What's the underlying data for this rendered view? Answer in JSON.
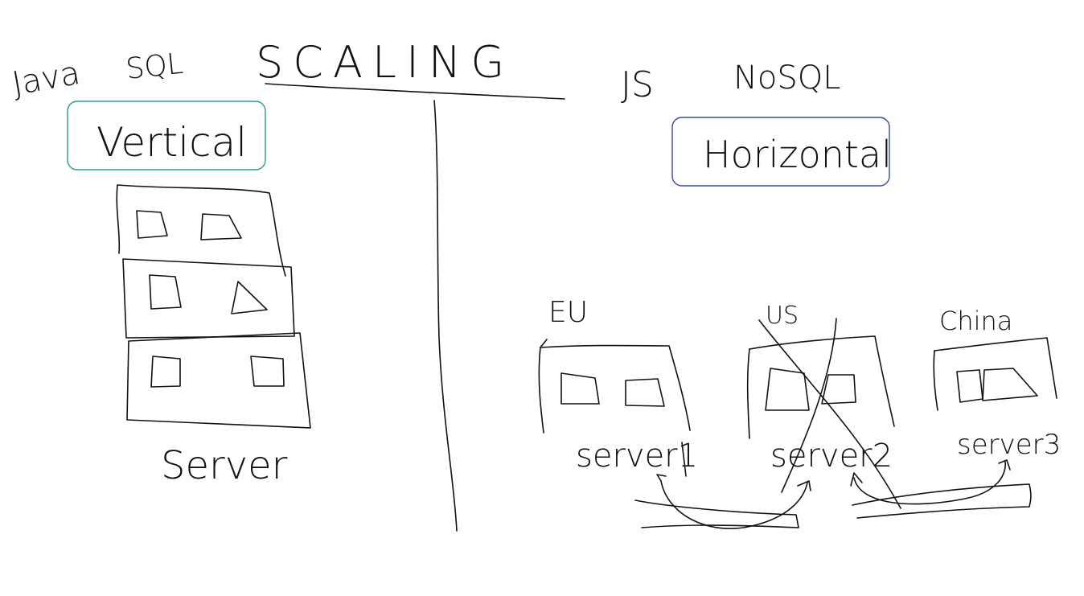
{
  "title": "SCALING",
  "left": {
    "tech_1": "Java",
    "tech_2": "SQL",
    "box_label": "Vertical",
    "caption": "Server"
  },
  "right": {
    "tech_1": "JS",
    "tech_2": "NoSQL",
    "box_label": "Horizontal",
    "regions": [
      {
        "name": "EU",
        "server": "server1"
      },
      {
        "name": "US",
        "server": "server2"
      },
      {
        "name": "China",
        "server": "server3"
      }
    ]
  },
  "colors": {
    "ink": "#111111",
    "vertical_box": "#2a9d8f",
    "horizontal_box": "#3d4aa3"
  }
}
